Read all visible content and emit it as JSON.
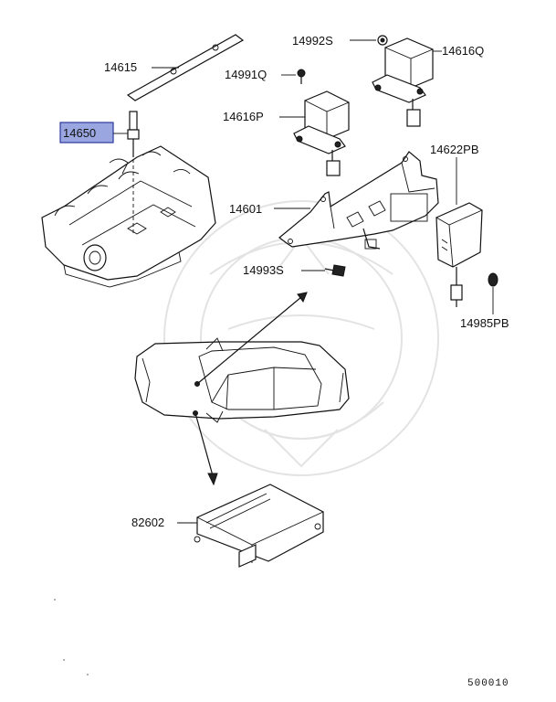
{
  "diagram": {
    "labels": {
      "p14615": "14615",
      "p14650": "14650",
      "p14992s": "14992S",
      "p14616q": "14616Q",
      "p14991q": "14991Q",
      "p14616p": "14616P",
      "p14622pb": "14622PB",
      "p14601": "14601",
      "p14993s": "14993S",
      "p14985pb": "14985PB",
      "p82602": "82602"
    },
    "highlighted_part": "14650",
    "highlight_color": "#9aa6e0",
    "diagram_code": "500010"
  }
}
